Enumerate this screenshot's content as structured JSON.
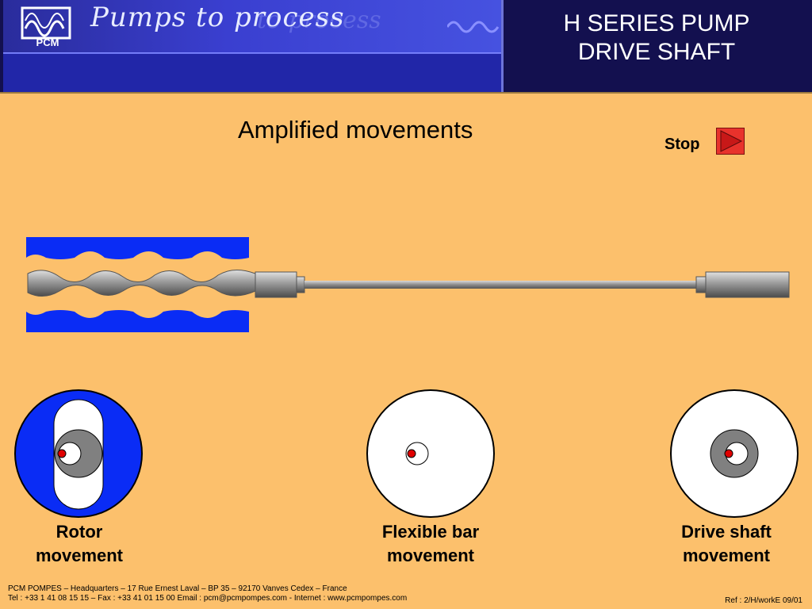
{
  "header": {
    "logo_text": "PCM",
    "slogan": "Pumps to process",
    "slogan_ghost": "to process",
    "title_line1": "H SERIES PUMP",
    "title_line2": "DRIVE SHAFT"
  },
  "main": {
    "title": "Amplified movements",
    "stop_label": "Stop",
    "stop_icon": "play-triangle-icon"
  },
  "movements": [
    {
      "line1": "Rotor",
      "line2": "movement"
    },
    {
      "line1": "Flexible bar",
      "line2": "movement"
    },
    {
      "line1": "Drive shaft",
      "line2": "movement"
    }
  ],
  "footer": {
    "address_line1": "PCM POMPES – Headquarters – 17 Rue Ernest Laval – BP 35 – 92170 Vanves Cedex – France",
    "address_line2": "Tel : +33 1 41 08 15 15 – Fax : +33 41 01 15 00 Email : pcm@pcmpompes.com - Internet : www.pcmpompes.com",
    "ref": "Ref : 2/H/workE 09/01"
  },
  "colors": {
    "background": "#fcc06c",
    "header": "#13104f",
    "stator_blue": "#0a2cf5",
    "stop_red": "#e8322c",
    "marker_red": "#e00000"
  }
}
